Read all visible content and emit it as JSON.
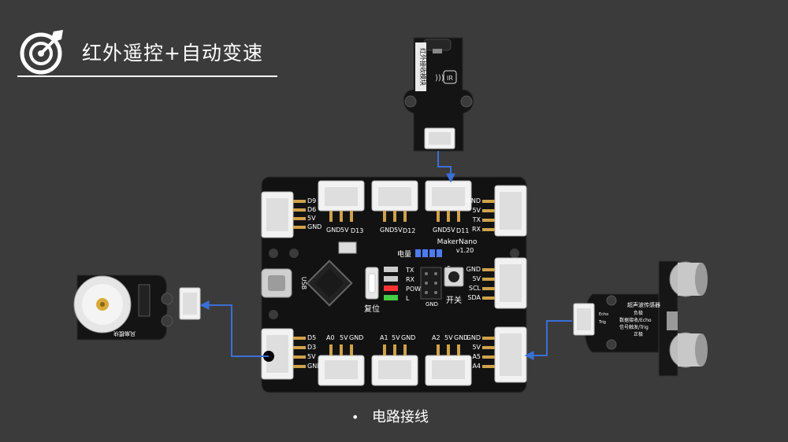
{
  "slide": {
    "title": "红外遥控+自动变速",
    "caption": "电路接线",
    "bullet": "•"
  },
  "board": {
    "name": "MakerNano",
    "version": "v1.20",
    "left_top_pins": [
      "D9",
      "D6",
      "5V",
      "GND"
    ],
    "left_bottom_pins": [
      "D5",
      "D3",
      "5V",
      "GND"
    ],
    "right_top_pins": [
      "GND",
      "5V",
      "TX",
      "RX"
    ],
    "right_mid_pins": [
      "GND",
      "5V",
      "SCL",
      "SDA"
    ],
    "right_bottom_pins": [
      "GND",
      "5V",
      "A5",
      "A4"
    ],
    "top_ports": [
      {
        "gnd": "GND",
        "v": "5V",
        "sig": "D13"
      },
      {
        "gnd": "GND",
        "v": "5V",
        "sig": "D12"
      },
      {
        "gnd": "GND",
        "v": "5V",
        "sig": "D11"
      }
    ],
    "bottom_ports": [
      {
        "sig": "A0",
        "v": "5V",
        "gnd": "GND"
      },
      {
        "sig": "A1",
        "v": "5V",
        "gnd": "GND"
      },
      {
        "sig": "A2",
        "v": "5V",
        "gnd": "GND"
      }
    ],
    "led_labels": [
      "TX",
      "RX",
      "POW",
      "L"
    ],
    "battery_label": "电量",
    "reset_label": "复位",
    "switch_label": "开关",
    "usb_label": "USB",
    "jumper_top": "5v",
    "jumper_bottom": "GND"
  },
  "ir_module": {
    "title": "红外接收模块",
    "ir_badge": "IR"
  },
  "motor_module": {
    "title": "风扇模块"
  },
  "ultrasonic_module": {
    "title": "超声波传感器",
    "pins": [
      "负极",
      "数据接收/Echo",
      "信号触发/Trig",
      "正极"
    ],
    "short_pins": [
      "Echo",
      "Trig"
    ]
  },
  "colors": {
    "background": "#3b3b3b",
    "pcb": "#121212",
    "wire": "#3a6fd6",
    "connector": "#f2f2f2",
    "silk": "#ffffff"
  }
}
